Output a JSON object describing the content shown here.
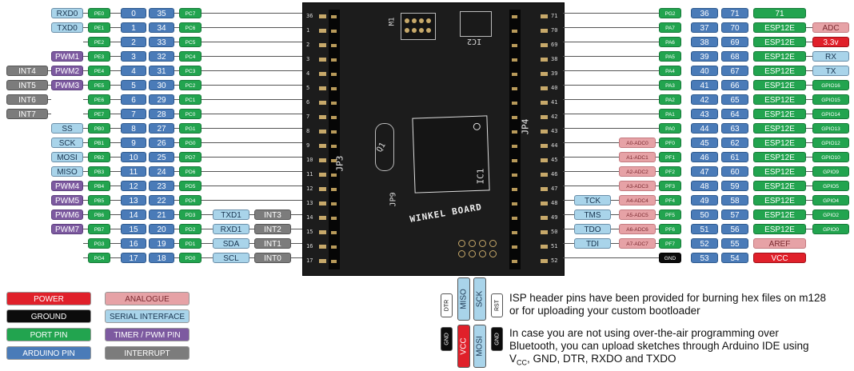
{
  "left_rows": [
    {
      "int": "",
      "fn": "RXD0",
      "fc": "ser",
      "port": "PE0",
      "ard": "0",
      "pin": "35",
      "pc": "PC7"
    },
    {
      "int": "",
      "fn": "TXD0",
      "fc": "ser",
      "port": "PE1",
      "ard": "1",
      "pin": "34",
      "pc": "PC6"
    },
    {
      "int": "",
      "fn": "",
      "fc": "",
      "port": "PE2",
      "ard": "2",
      "pin": "33",
      "pc": "PC5"
    },
    {
      "int": "",
      "fn": "PWM1",
      "fc": "pwm",
      "port": "PE3",
      "ard": "3",
      "pin": "32",
      "pc": "PC4"
    },
    {
      "int": "INT4",
      "fn": "PWM2",
      "fc": "pwm",
      "port": "PE4",
      "ard": "4",
      "pin": "31",
      "pc": "PC3"
    },
    {
      "int": "INT5",
      "fn": "PWM3",
      "fc": "pwm",
      "port": "PE5",
      "ard": "5",
      "pin": "30",
      "pc": "PC2"
    },
    {
      "int": "INT6",
      "fn": "",
      "fc": "",
      "port": "PE6",
      "ard": "6",
      "pin": "29",
      "pc": "PC1"
    },
    {
      "int": "INT7",
      "fn": "",
      "fc": "",
      "port": "PE7",
      "ard": "7",
      "pin": "28",
      "pc": "PC0"
    },
    {
      "int": "",
      "fn": "SS",
      "fc": "ser",
      "port": "PB0",
      "ard": "8",
      "pin": "27",
      "pc": "PG1"
    },
    {
      "int": "",
      "fn": "SCK",
      "fc": "ser",
      "port": "PB1",
      "ard": "9",
      "pin": "26",
      "pc": "PG0"
    },
    {
      "int": "",
      "fn": "MOSI",
      "fc": "ser",
      "port": "PB2",
      "ard": "10",
      "pin": "25",
      "pc": "PD7"
    },
    {
      "int": "",
      "fn": "MISO",
      "fc": "ser",
      "port": "PB3",
      "ard": "11",
      "pin": "24",
      "pc": "PD6"
    },
    {
      "int": "",
      "fn": "PWM4",
      "fc": "pwm",
      "port": "PB4",
      "ard": "12",
      "pin": "23",
      "pc": "PD5"
    },
    {
      "int": "",
      "fn": "PWM5",
      "fc": "pwm",
      "port": "PB5",
      "ard": "13",
      "pin": "22",
      "pc": "PD4"
    },
    {
      "int": "",
      "fn": "PWM6",
      "fc": "pwm",
      "port": "PB6",
      "ard": "14",
      "pin": "21",
      "pc": "PD3",
      "ser2": "TXD1",
      "int2": "INT3"
    },
    {
      "int": "",
      "fn": "PWM7",
      "fc": "pwm",
      "port": "PB7",
      "ard": "15",
      "pin": "20",
      "pc": "PD2",
      "ser2": "RXD1",
      "int2": "INT2"
    },
    {
      "int": "",
      "fn": "",
      "fc": "",
      "port": "PG3",
      "ard": "16",
      "pin": "19",
      "pc": "PD1",
      "ser2": "SDA",
      "int2": "INT1"
    },
    {
      "int": "",
      "fn": "",
      "fc": "",
      "port": "PG4",
      "ard": "17",
      "pin": "18",
      "pc": "PD0",
      "ser2": "SCL",
      "int2": "INT0"
    }
  ],
  "right_rows": [
    {
      "ext": "",
      "adc": "",
      "port": "PG2",
      "ard": "36",
      "pin": "71",
      "fn": "71",
      "fc": "port",
      "gp": "",
      "gc": ""
    },
    {
      "ext": "",
      "adc": "",
      "port": "PA7",
      "ard": "37",
      "pin": "70",
      "fn": "ESP12E",
      "fc": "port",
      "gp": "ADC",
      "gc": "ana"
    },
    {
      "ext": "",
      "adc": "",
      "port": "PA6",
      "ard": "38",
      "pin": "69",
      "fn": "ESP12E",
      "fc": "port",
      "gp": "3.3v",
      "gc": "pwr"
    },
    {
      "ext": "",
      "adc": "",
      "port": "PA5",
      "ard": "39",
      "pin": "68",
      "fn": "ESP12E",
      "fc": "port",
      "gp": "RX",
      "gc": "ser"
    },
    {
      "ext": "",
      "adc": "",
      "port": "PA4",
      "ard": "40",
      "pin": "67",
      "fn": "ESP12E",
      "fc": "port",
      "gp": "TX",
      "gc": "ser"
    },
    {
      "ext": "",
      "adc": "",
      "port": "PA3",
      "ard": "41",
      "pin": "66",
      "fn": "ESP12E",
      "fc": "port",
      "gp": "GPIO16",
      "gc": "port"
    },
    {
      "ext": "",
      "adc": "",
      "port": "PA2",
      "ard": "42",
      "pin": "65",
      "fn": "ESP12E",
      "fc": "port",
      "gp": "GPIO15",
      "gc": "port"
    },
    {
      "ext": "",
      "adc": "",
      "port": "PA1",
      "ard": "43",
      "pin": "64",
      "fn": "ESP12E",
      "fc": "port",
      "gp": "GPIO14",
      "gc": "port"
    },
    {
      "ext": "",
      "adc": "",
      "port": "PA0",
      "ard": "44",
      "pin": "63",
      "fn": "ESP12E",
      "fc": "port",
      "gp": "GPIO13",
      "gc": "port"
    },
    {
      "ext": "",
      "adc": "A0-ADC0",
      "port": "PF0",
      "ard": "45",
      "pin": "62",
      "fn": "ESP12E",
      "fc": "port",
      "gp": "GPIO12",
      "gc": "port"
    },
    {
      "ext": "",
      "adc": "A1-ADC1",
      "port": "PF1",
      "ard": "46",
      "pin": "61",
      "fn": "ESP12E",
      "fc": "port",
      "gp": "GPIO10",
      "gc": "port"
    },
    {
      "ext": "",
      "adc": "A2-ADC2",
      "port": "PF2",
      "ard": "47",
      "pin": "60",
      "fn": "ESP12E",
      "fc": "port",
      "gp": "GPIO9",
      "gc": "port"
    },
    {
      "ext": "",
      "adc": "A3-ADC3",
      "port": "PF3",
      "ard": "48",
      "pin": "59",
      "fn": "ESP12E",
      "fc": "port",
      "gp": "GPIO5",
      "gc": "port"
    },
    {
      "ext": "TCK",
      "adc": "A4-ADC4",
      "port": "PF4",
      "ard": "49",
      "pin": "58",
      "fn": "ESP12E",
      "fc": "port",
      "gp": "GPIO4",
      "gc": "port"
    },
    {
      "ext": "TMS",
      "adc": "A5-ADC5",
      "port": "PF5",
      "ard": "50",
      "pin": "57",
      "fn": "ESP12E",
      "fc": "port",
      "gp": "GPIO2",
      "gc": "port"
    },
    {
      "ext": "TDO",
      "adc": "A6-ADC6",
      "port": "PF6",
      "ard": "51",
      "pin": "56",
      "fn": "ESP12E",
      "fc": "port",
      "gp": "GPIO0",
      "gc": "port"
    },
    {
      "ext": "TDI",
      "adc": "A7-ADC7",
      "port": "PF7",
      "ard": "52",
      "pin": "55",
      "fn": "AREF",
      "fc": "ana",
      "gp": "",
      "gc": ""
    },
    {
      "ext": "",
      "adc": "",
      "port": "GND",
      "ard": "53",
      "pin": "54",
      "fn": "VCC",
      "fc": "pwr",
      "gp": "",
      "gc": "",
      "portc": "gnd",
      "pinc": "pwr"
    }
  ],
  "board": {
    "name": "WINKEL BOARD",
    "ic1": "IC1",
    "ic2": "IC2",
    "m1": "M1",
    "q1": "Q1",
    "jp3": "JP3",
    "jp4": "JP4",
    "jp9": "JP9",
    "pins_left": [
      "36",
      "1",
      "2",
      "3",
      "4",
      "5",
      "6",
      "7",
      "8",
      "9",
      "10",
      "11",
      "12",
      "13",
      "14",
      "15",
      "16",
      "17"
    ],
    "pins_right": [
      "71",
      "70",
      "69",
      "38",
      "39",
      "40",
      "41",
      "42",
      "43",
      "44",
      "45",
      "46",
      "47",
      "48",
      "49",
      "50",
      "51",
      "52"
    ]
  },
  "legend": {
    "power": "POWER",
    "ground": "GROUND",
    "port": "PORT PIN",
    "arduino": "ARDUINO PIN",
    "analogue": "ANALOGUE",
    "serial": "SERIAL INTERFACE",
    "timer": "TIMER / PWM PIN",
    "interrupt": "INTERRUPT"
  },
  "isp": {
    "dtr": "DTR",
    "miso": "MISO",
    "sck": "SCK",
    "rst": "RST",
    "gnd": "GND",
    "vcc": "VCC",
    "mosi": "MOSI",
    "note1_l1": "ISP header pins have been provided for burning hex files on m128",
    "note1_l2": "or for uploading your custom bootloader",
    "note2_l1": "In case you are not using over-the-air programming over",
    "note2_l2": "Bluetooth, you can upload sketches through Arduino IDE using",
    "note2_l3a": "V",
    "note2_l3sub": "CC",
    "note2_l3b": ", GND, DTR, RXDO and TXDO"
  }
}
